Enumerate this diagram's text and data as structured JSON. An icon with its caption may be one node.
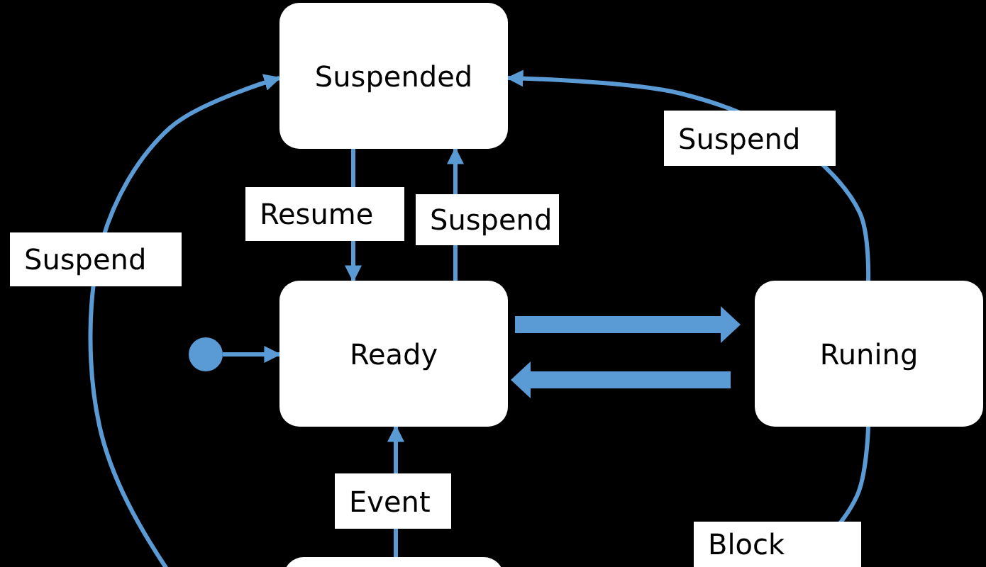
{
  "diagram": {
    "nodes": [
      {
        "text": [
          "Suspended"
        ]
      },
      {
        "text": [
          "Ready"
        ]
      },
      {
        "text": [
          "Runing"
        ]
      },
      {
        "text": [],
        "shape": "circle"
      },
      {
        "text": [],
        "shape": "box"
      }
    ],
    "edges": [
      {
        "from": 0,
        "to": 1,
        "arrow": "to",
        "label": "Resume"
      },
      {
        "from": 1,
        "to": 0,
        "arrow": "to",
        "label": "Suspend"
      },
      {
        "from": 1,
        "to": 2,
        "arrow": "to",
        "style": "thick"
      },
      {
        "from": 2,
        "to": 1,
        "arrow": "to",
        "style": "thick"
      },
      {
        "from": 3,
        "to": 1,
        "arrow": "to"
      },
      {
        "from": 4,
        "to": 1,
        "arrow": "to",
        "label": "Event"
      },
      {
        "from": 2,
        "to": 0,
        "arrow": "to",
        "label": "Suspend"
      },
      {
        "from": 4,
        "to": 0,
        "arrow": "to",
        "label": "Suspend"
      },
      {
        "from": 2,
        "to": 4,
        "arrow": "to",
        "label": "Block"
      }
    ]
  }
}
